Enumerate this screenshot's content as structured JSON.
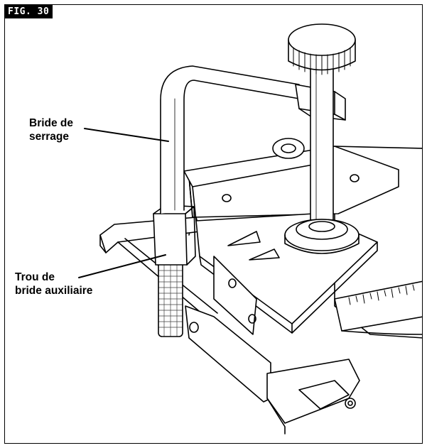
{
  "figure": {
    "label": "FIG. 30"
  },
  "callouts": [
    {
      "line1": "Bride de",
      "line2": "serrage"
    },
    {
      "line1": "Trou de",
      "line2": "bride auxiliaire"
    }
  ],
  "colors": {
    "ink": "#000000",
    "paper": "#ffffff",
    "shade": "#d9d9d9"
  }
}
